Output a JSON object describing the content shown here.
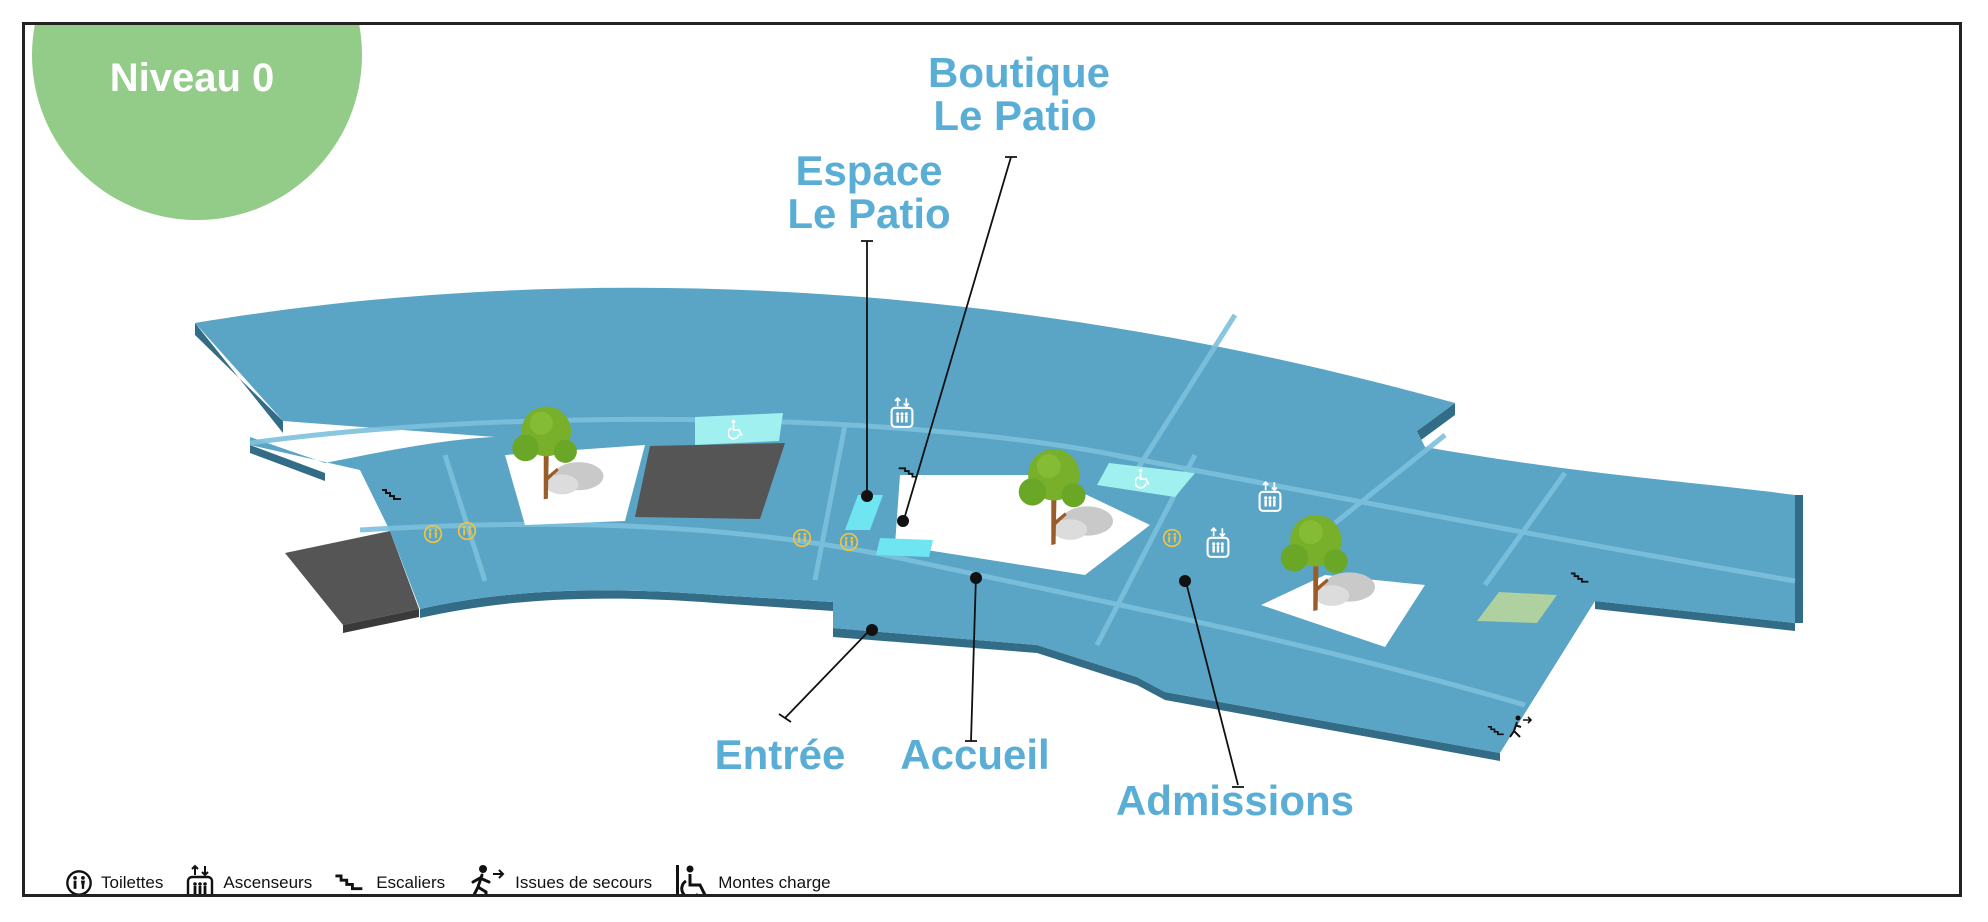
{
  "level": {
    "title": "Niveau 0",
    "badge_color": "#93cb88"
  },
  "colors": {
    "floor": "#5aa4c6",
    "floor_edge": "#326c86",
    "corridor_line": "#7cc0dc",
    "highlight": "#6fe5f2",
    "label": "#5aaed6",
    "toilet": "#f2c43c"
  },
  "labels": {
    "boutique_line1": "Boutique",
    "boutique_line2": "Le Patio",
    "espace_line1": "Espace",
    "espace_line2": "Le Patio",
    "entree": "Entrée",
    "accueil": "Accueil",
    "admissions": "Admissions"
  },
  "legend": [
    {
      "icon": "toilet-icon",
      "label": "Toilettes"
    },
    {
      "icon": "elevator-icon",
      "label": "Ascenseurs"
    },
    {
      "icon": "stairs-icon",
      "label": "Escaliers"
    },
    {
      "icon": "emergency-exit-icon",
      "label": "Issues de secours"
    },
    {
      "icon": "freight-elevator-icon",
      "label": "Montes charge"
    }
  ]
}
